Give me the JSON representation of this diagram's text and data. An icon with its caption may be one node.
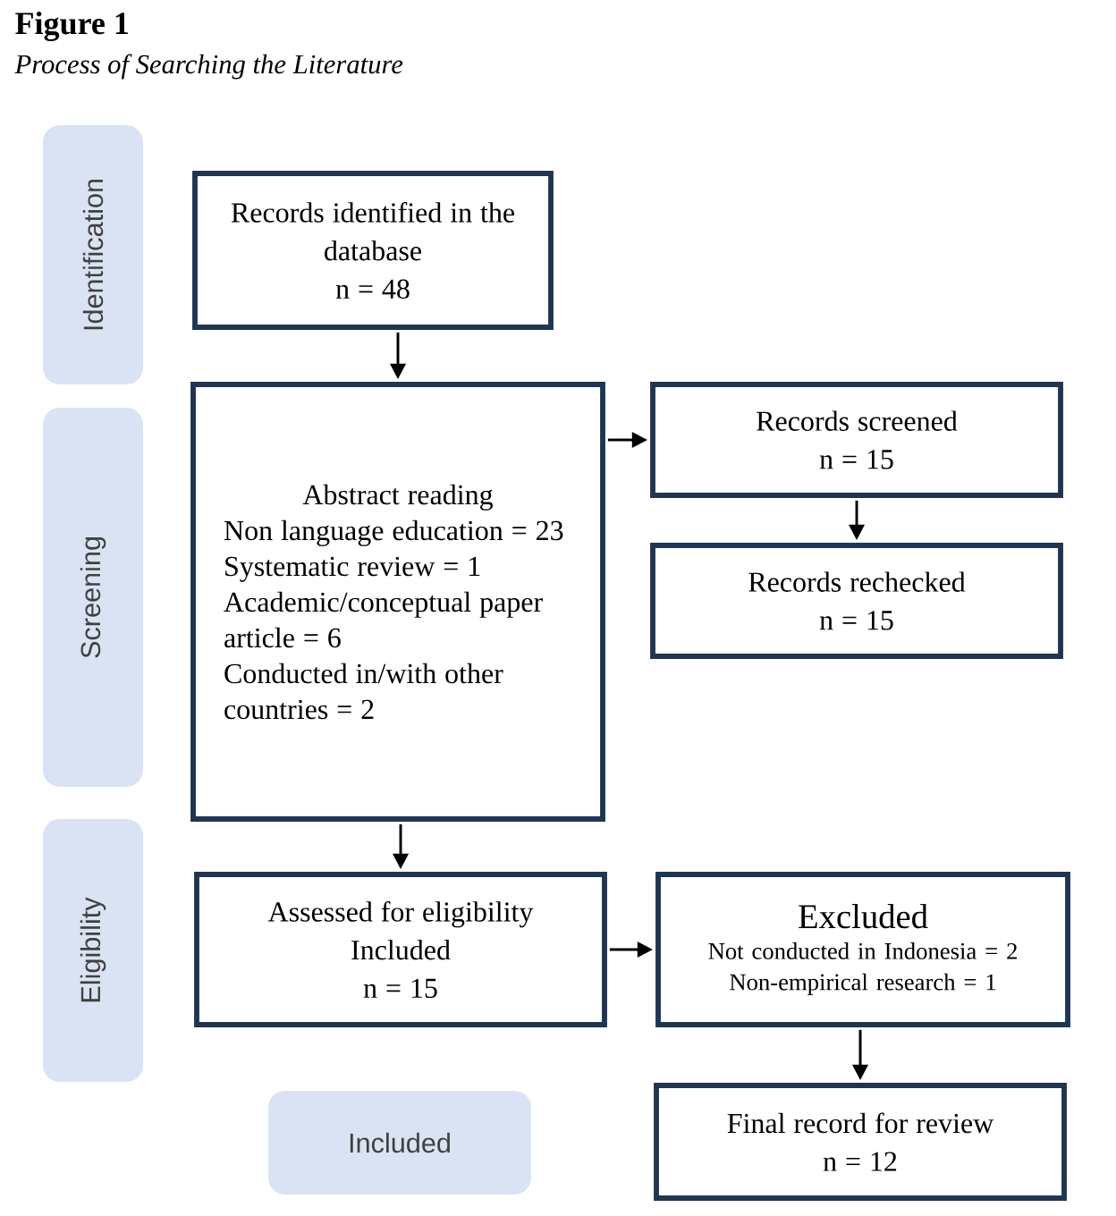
{
  "diagram": {
    "title": "Figure 1",
    "caption": "Process of Searching the Literature",
    "nodes": [
      {
        "text": [
          "Identification"
        ]
      },
      {
        "text": [
          "Screening"
        ]
      },
      {
        "text": [
          "Eligibility"
        ]
      },
      {
        "text": [
          "Included"
        ]
      },
      {
        "text": [
          "Records identified in the database",
          "n = 48"
        ]
      },
      {
        "text": [
          "Abstract reading",
          "Non language education = 23",
          "Systematic review = 1",
          "Academic/conceptual paper article = 6",
          "Conducted in/with other countries = 2"
        ]
      },
      {
        "text": [
          "Records screened",
          "n = 15"
        ]
      },
      {
        "text": [
          "Records rechecked",
          "n = 15"
        ]
      },
      {
        "text": [
          "Assessed for eligibility",
          "Included",
          "n = 15"
        ]
      },
      {
        "text": [
          "Excluded",
          "Not conducted in Indonesia = 2",
          "Non-empirical research = 1"
        ]
      },
      {
        "text": [
          "Final record for review",
          "n = 12"
        ]
      }
    ],
    "edges": [
      {
        "from": 4,
        "to": 5,
        "arrow": "to"
      },
      {
        "from": 5,
        "to": 6,
        "arrow": "to"
      },
      {
        "from": 6,
        "to": 7,
        "arrow": "to"
      },
      {
        "from": 5,
        "to": 8,
        "arrow": "to"
      },
      {
        "from": 8,
        "to": 9,
        "arrow": "to"
      },
      {
        "from": 9,
        "to": 10,
        "arrow": "to"
      }
    ]
  }
}
